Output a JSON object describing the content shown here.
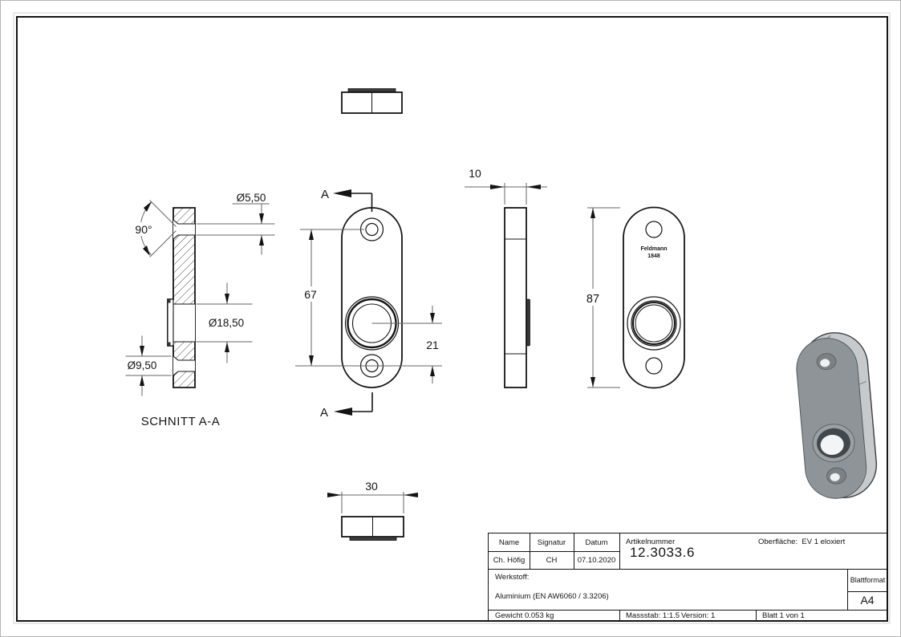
{
  "drawing": {
    "section_label": "SCHNITT A-A",
    "section_mark": "A",
    "dimensions": {
      "countersink_angle": "90°",
      "hole_small_dia": "Ø5,50",
      "hole_large_dia": "Ø18,50",
      "countersink_dia": "Ø9,50",
      "hole_spacing": "67",
      "center_offset": "21",
      "thickness": "10",
      "total_height": "87",
      "width": "30"
    },
    "engraving": {
      "line1": "Feldmann",
      "line2": "1848"
    }
  },
  "title_block": {
    "col_name": "Name",
    "col_signature": "Signatur",
    "col_date": "Datum",
    "name": "Ch. Höfig",
    "signature": "CH",
    "date": "07.10.2020",
    "article_label": "Artikelnummer",
    "article_number": "12.3033.6",
    "surface_label": "Oberfläche:",
    "surface_value": "EV 1 eloxiert",
    "material_label": "Werkstoff:",
    "material": "Aluminium (EN AW6060 / 3.3206)",
    "format_label": "Blattformat",
    "format": "A4",
    "weight": "Gewicht 0.053 kg",
    "scale": "Massstab: 1:1.5",
    "version": "Version: 1",
    "sheet": "Blatt 1 von 1"
  },
  "colors": {
    "line": "#191919",
    "dim_line": "#666666",
    "strip": "#3a3a3a",
    "metal_face": "#8f9498",
    "metal_edge": "#c7cacc",
    "hole_dark": "#42474b"
  }
}
